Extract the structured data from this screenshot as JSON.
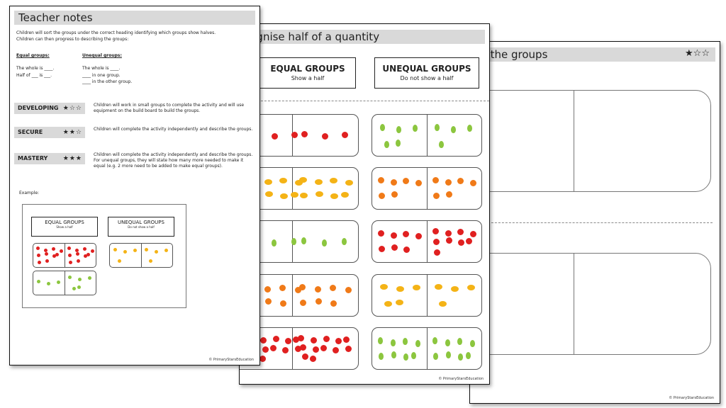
{
  "sheet3": {
    "title": "ild the groups",
    "stars": "★☆☆",
    "copyright": "© PrimaryStarsEducation"
  },
  "sheet2": {
    "title": "cognise half of a quantity",
    "equal_heading": "EQUAL GROUPS",
    "equal_sub": "Show a half",
    "unequal_heading": "UNEQUAL GROUPS",
    "unequal_sub": "Do not show a half",
    "copyright": "© PrimaryStarsEducation"
  },
  "sheet1": {
    "title": "Teacher notes",
    "intro_1": "Children will sort the groups under the correct heading identifying which groups show halves.",
    "intro_2": "Children can then progress to describing the groups:",
    "equal_label": "Equal groups:",
    "equal_line_1": "The whole is ____.",
    "equal_line_2": "Half of ___ is ___.",
    "unequal_label": "Unequal groups:",
    "unequal_line_1": "The whole is ____.",
    "unequal_line_2": "____ in one group.",
    "unequal_line_3": "____ in the other group.",
    "levels": [
      {
        "name": "DEVELOPING",
        "stars": "★☆☆",
        "text": "Children will work in small groups to complete the activity and will use equipment on the build board to build the groups."
      },
      {
        "name": "SECURE",
        "stars": "★★☆",
        "text": "Children will complete the activity independently and describe the groups."
      },
      {
        "name": "MASTERY",
        "stars": "★★★",
        "text": "Children will complete the activity independently and describe the groups. For unequal groups, they will state how many more needed to make it equal (e.g. 2 more need to be added to make equal groups)."
      }
    ],
    "example_label": "Example:",
    "example_equal_heading": "EQUAL GROUPS",
    "example_equal_sub": "Show a half",
    "example_unequal_heading": "UNEQUAL GROUPS",
    "example_unequal_sub": "Do not show a half",
    "copyright": "© PrimaryStarsEducation"
  },
  "colors": {
    "apple": "#e02020",
    "orange": "#f07a18",
    "lemon": "#f4b316",
    "pear": "#8cc63f",
    "title_bar": "#d9d9d9"
  }
}
